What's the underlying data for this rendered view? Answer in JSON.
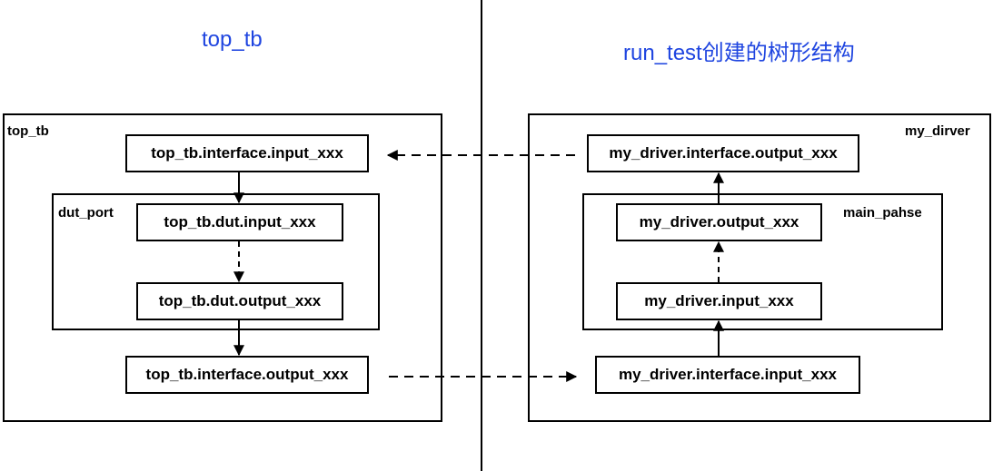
{
  "headings": {
    "left": "top_tb",
    "right": "run_test创建的树形结构"
  },
  "colors": {
    "heading": "#1f45e0",
    "stroke": "#000000"
  },
  "left_panel": {
    "label": "top_tb",
    "interface_input": "top_tb.interface.input_xxx",
    "group": {
      "label": "dut_port",
      "dut_input": "top_tb.dut.input_xxx",
      "dut_output": "top_tb.dut.output_xxx"
    },
    "interface_output": "top_tb.interface.output_xxx"
  },
  "right_panel": {
    "label": "my_dirver",
    "interface_output": "my_driver.interface.output_xxx",
    "group": {
      "label": "main_pahse",
      "driver_output": "my_driver.output_xxx",
      "driver_input": "my_driver.input_xxx"
    },
    "interface_input": "my_driver.interface.input_xxx"
  }
}
